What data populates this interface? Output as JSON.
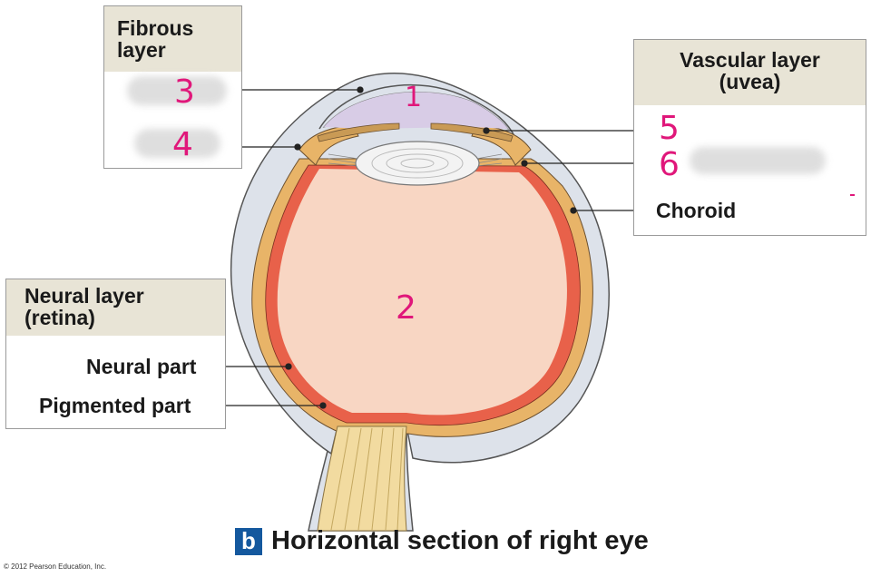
{
  "fibrous_box": {
    "title_line1": "Fibrous",
    "title_line2": "layer",
    "answer_top": "3",
    "answer_bottom": "4"
  },
  "vascular_box": {
    "title_line1": "Vascular layer",
    "title_line2": "(uvea)",
    "answer_top": "5",
    "answer_bottom": "6",
    "choroid_label": "Choroid"
  },
  "neural_box": {
    "title_line1": "Neural layer",
    "title_line2": "(retina)",
    "neural_part_label": "Neural part",
    "pigmented_part_label": "Pigmented part"
  },
  "eye_marks": {
    "anterior_chamber": "1",
    "vitreous": "2"
  },
  "caption": {
    "badge": "b",
    "text": "Horizontal section of right eye"
  },
  "copyright": "© 2012 Pearson Education, Inc.",
  "colors": {
    "header_fill": "#e8e4d6",
    "handwriting": "#e0177a",
    "badge": "#14589e",
    "sclera": "#dde2ea",
    "choroid": "#e8b468",
    "retina": "#e8614a",
    "vitreous": "#f8d6c3",
    "aqueous": "#d8cce6"
  }
}
